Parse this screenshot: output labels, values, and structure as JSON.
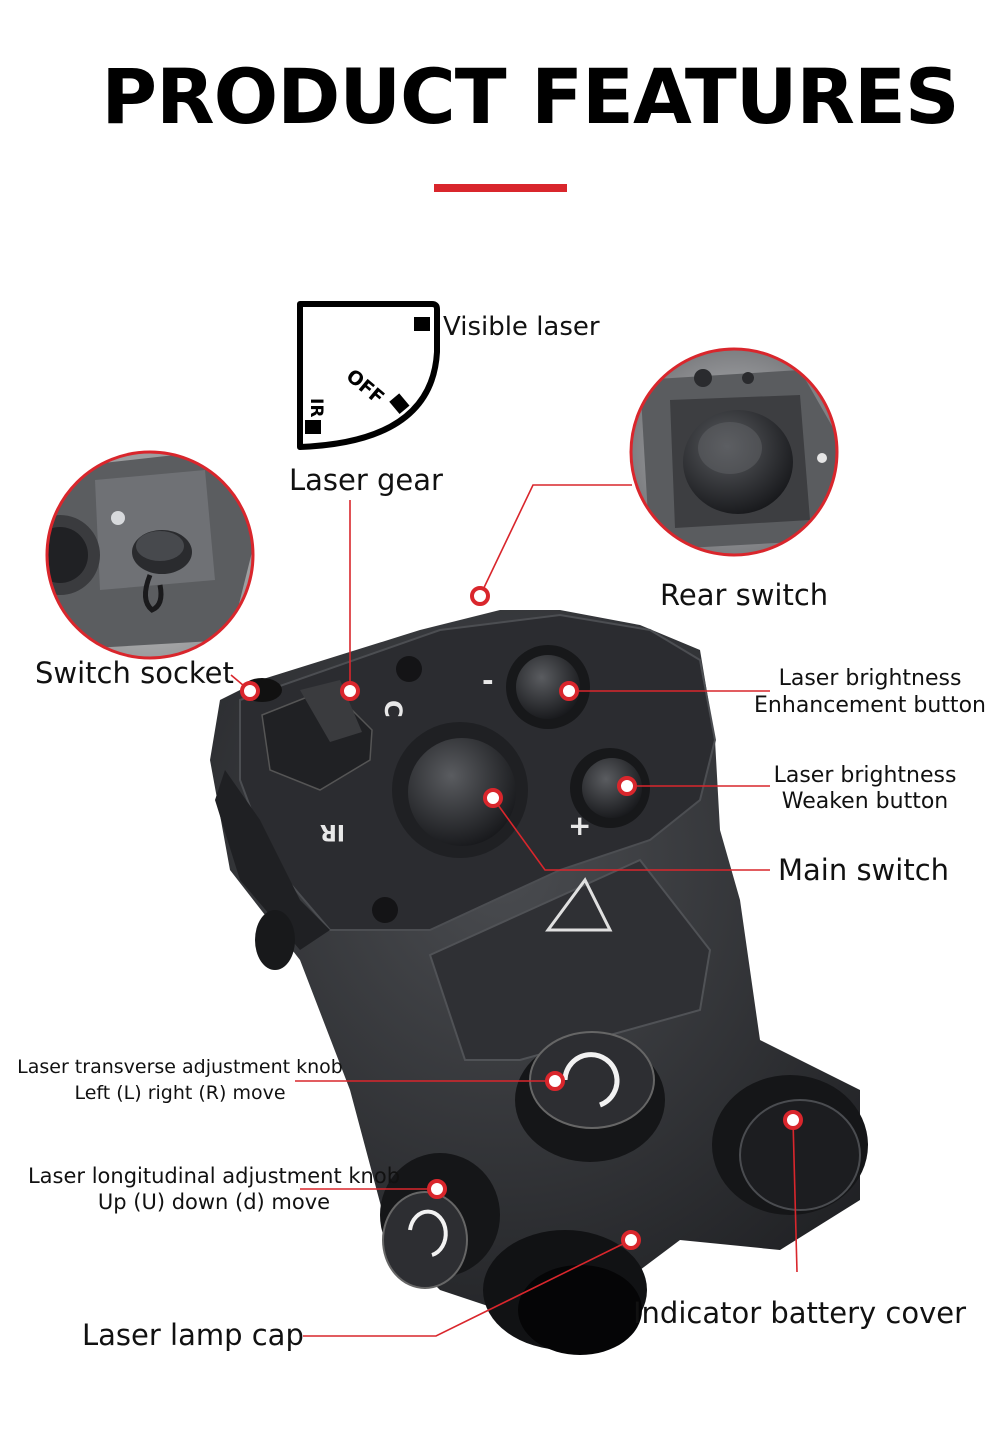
{
  "page": {
    "title": "PRODUCT FEATURES",
    "accent_color": "#d9262c"
  },
  "laser_gear_diagram": {
    "caption": "Laser gear",
    "positions": [
      "Visible laser",
      "OFF",
      "IR"
    ]
  },
  "callouts": {
    "rear_switch": "Rear switch",
    "switch_socket": "Switch socket",
    "brightness_up": {
      "line1": "Laser brightness",
      "line2": "Enhancement button"
    },
    "brightness_down": {
      "line1": "Laser brightness",
      "line2": "Weaken button"
    },
    "main_switch": "Main switch",
    "transverse_knob": {
      "line1": "Laser transverse adjustment knob",
      "line2": "Left (L) right (R) move"
    },
    "longitudinal_knob": {
      "line1": "Laser longitudinal adjustment knob",
      "line2": "Up (U) down (d) move"
    },
    "lamp_cap": "Laser lamp cap",
    "battery_cover": "Indicator battery cover"
  },
  "device_markings": [
    "C",
    "-",
    "+",
    "IR"
  ]
}
